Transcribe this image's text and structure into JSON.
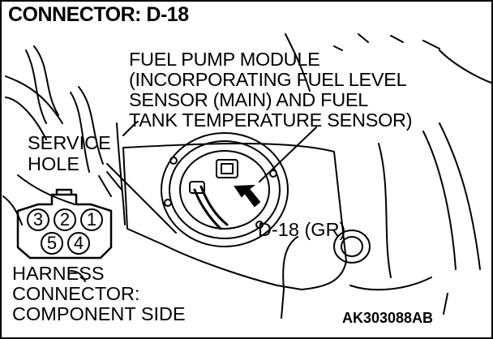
{
  "title": "CONNECTOR: D-18",
  "component_label": {
    "lines": [
      "FUEL PUMP MODULE",
      "(INCORPORATING FUEL LEVEL",
      "SENSOR (MAIN) AND FUEL",
      "TANK TEMPERATURE SENSOR)"
    ]
  },
  "service_hole_label": {
    "lines": [
      "SERVICE",
      "HOLE"
    ]
  },
  "connector_label": "D-18 (GR)",
  "harness_label": {
    "lines": [
      "HARNESS",
      "CONNECTOR:",
      "COMPONENT SIDE"
    ]
  },
  "pins": [
    "3",
    "2",
    "1",
    "5",
    "4"
  ],
  "figure_code": "AK303088AB"
}
